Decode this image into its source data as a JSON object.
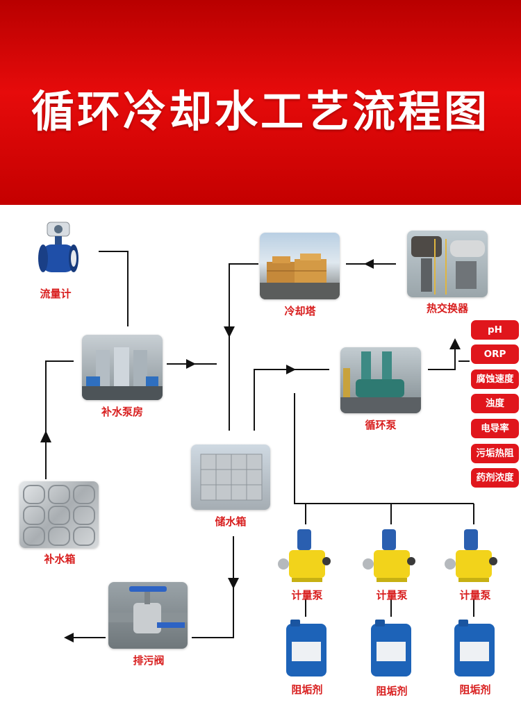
{
  "title": "循环冷却水工艺流程图",
  "nodes": {
    "flowmeter": "流量计",
    "cooling_tower": "冷却塔",
    "heat_exchanger": "热交换器",
    "makeup_pump_room": "补水泵房",
    "circulating_pump": "循环泵",
    "storage_tank": "储水箱",
    "makeup_tank": "补水箱",
    "drain_valve": "排污阀",
    "metering_pumps": [
      "计量泵",
      "计量泵",
      "计量泵"
    ],
    "inhibitors": [
      "阻垢剂",
      "阻垢剂",
      "阻垢剂"
    ]
  },
  "parameters": [
    "pH",
    "ORP",
    "腐蚀速度",
    "浊度",
    "电导率",
    "污垢热阻",
    "药剂浓度"
  ],
  "colors": {
    "banner": "#d80a0a",
    "label": "#d81e1e",
    "param_bg": "#e0161c",
    "line": "#111111"
  }
}
